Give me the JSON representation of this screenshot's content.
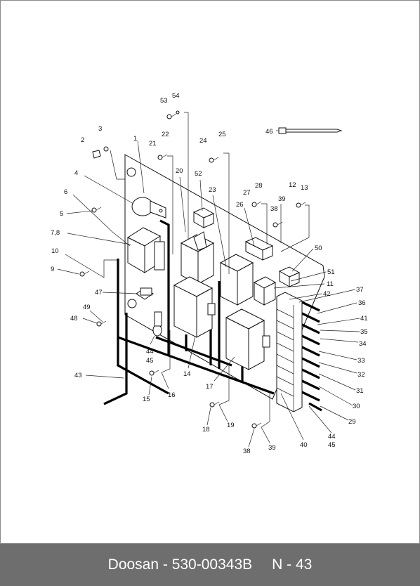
{
  "footer": {
    "manufacturer": "Doosan - 530-00343B",
    "page": "N - 43"
  },
  "callouts": [
    {
      "id": "c53",
      "label": "53"
    },
    {
      "id": "c54",
      "label": "54"
    },
    {
      "id": "c3",
      "label": "3"
    },
    {
      "id": "c2",
      "label": "2"
    },
    {
      "id": "c1",
      "label": "1"
    },
    {
      "id": "c22",
      "label": "22"
    },
    {
      "id": "c21",
      "label": "21"
    },
    {
      "id": "c25",
      "label": "25"
    },
    {
      "id": "c24",
      "label": "24"
    },
    {
      "id": "c46",
      "label": "46"
    },
    {
      "id": "c4",
      "label": "4"
    },
    {
      "id": "c20",
      "label": "20"
    },
    {
      "id": "c52",
      "label": "52"
    },
    {
      "id": "c23",
      "label": "23"
    },
    {
      "id": "c28",
      "label": "28"
    },
    {
      "id": "c27",
      "label": "27"
    },
    {
      "id": "c12",
      "label": "12"
    },
    {
      "id": "c13",
      "label": "13"
    },
    {
      "id": "c6",
      "label": "6"
    },
    {
      "id": "c26",
      "label": "26"
    },
    {
      "id": "c39a",
      "label": "39"
    },
    {
      "id": "c38a",
      "label": "38"
    },
    {
      "id": "c5",
      "label": "5"
    },
    {
      "id": "c78",
      "label": "7,8"
    },
    {
      "id": "c50",
      "label": "50"
    },
    {
      "id": "c10",
      "label": "10"
    },
    {
      "id": "c9",
      "label": "9"
    },
    {
      "id": "c51",
      "label": "51"
    },
    {
      "id": "c11",
      "label": "11"
    },
    {
      "id": "c47",
      "label": "47"
    },
    {
      "id": "c42",
      "label": "42"
    },
    {
      "id": "c37",
      "label": "37"
    },
    {
      "id": "c49",
      "label": "49"
    },
    {
      "id": "c36",
      "label": "36"
    },
    {
      "id": "c48",
      "label": "48"
    },
    {
      "id": "c41",
      "label": "41"
    },
    {
      "id": "c35",
      "label": "35"
    },
    {
      "id": "c34",
      "label": "34"
    },
    {
      "id": "c44a",
      "label": "44"
    },
    {
      "id": "c45a",
      "label": "45"
    },
    {
      "id": "c33",
      "label": "33"
    },
    {
      "id": "c32",
      "label": "32"
    },
    {
      "id": "c14",
      "label": "14"
    },
    {
      "id": "c43",
      "label": "43"
    },
    {
      "id": "c17",
      "label": "17"
    },
    {
      "id": "c31",
      "label": "31"
    },
    {
      "id": "c16",
      "label": "16"
    },
    {
      "id": "c15",
      "label": "15"
    },
    {
      "id": "c30",
      "label": "30"
    },
    {
      "id": "c29",
      "label": "29"
    },
    {
      "id": "c19",
      "label": "19"
    },
    {
      "id": "c18",
      "label": "18"
    },
    {
      "id": "c44b",
      "label": "44"
    },
    {
      "id": "c45b",
      "label": "45"
    },
    {
      "id": "c40",
      "label": "40"
    },
    {
      "id": "c39b",
      "label": "39"
    },
    {
      "id": "c38b",
      "label": "38"
    }
  ]
}
